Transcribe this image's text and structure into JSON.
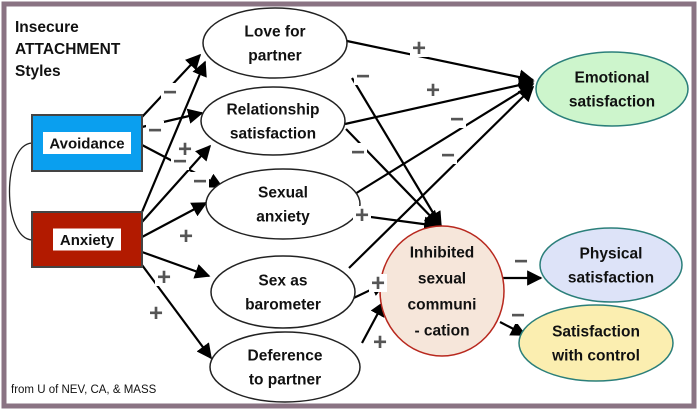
{
  "title": {
    "lines": [
      "Insecure",
      "ATTACHMENT",
      "Styles"
    ]
  },
  "footer": "from U of NEV, CA, & MASS",
  "colors": {
    "frame": "#8a7383",
    "avoidance_fill": "#0a9fef",
    "anxiety_fill": "#b21a00",
    "inhibited_fill": "#f6e6da",
    "inhibited_stroke": "#b8281e",
    "emotional_fill": "#cdf5cc",
    "physical_fill": "#dde3f8",
    "control_fill": "#fbeeb0",
    "outcome_stroke": "#2b7f7a",
    "sign_color": "#555555"
  },
  "nodes": {
    "avoidance": {
      "label": [
        "Avoidance"
      ]
    },
    "anxiety": {
      "label": [
        "Anxiety"
      ]
    },
    "love": {
      "label": [
        "Love for",
        "partner"
      ]
    },
    "relsat": {
      "label": [
        "Relationship",
        "satisfaction"
      ]
    },
    "sexanx": {
      "label": [
        "Sexual",
        "anxiety"
      ]
    },
    "barometer": {
      "label": [
        "Sex as",
        "barometer"
      ]
    },
    "deference": {
      "label": [
        "Deference",
        "to partner"
      ]
    },
    "inhibited": {
      "label": [
        "Inhibited",
        "sexual",
        "communi",
        "- cation"
      ]
    },
    "emotional": {
      "label": [
        "Emotional",
        "satisfaction"
      ]
    },
    "physical": {
      "label": [
        "Physical",
        "satisfaction"
      ]
    },
    "control": {
      "label": [
        "Satisfaction",
        "with control"
      ]
    }
  },
  "edges": [
    {
      "from": "avoidance",
      "to": "love",
      "sign": "−"
    },
    {
      "from": "avoidance",
      "to": "relsat",
      "sign": "−"
    },
    {
      "from": "avoidance",
      "to": "sexanx",
      "sign": "−"
    },
    {
      "from": "anxiety",
      "to": "love",
      "sign": "−"
    },
    {
      "from": "anxiety",
      "to": "relsat",
      "sign": "+"
    },
    {
      "from": "anxiety",
      "to": "sexanx",
      "sign": "+"
    },
    {
      "from": "anxiety",
      "to": "barometer",
      "sign": "+"
    },
    {
      "from": "anxiety",
      "to": "deference",
      "sign": "+"
    },
    {
      "from": "love",
      "to": "emotional",
      "sign": "+"
    },
    {
      "from": "relsat",
      "to": "emotional",
      "sign": "+"
    },
    {
      "from": "sexanx",
      "to": "emotional",
      "sign": "−"
    },
    {
      "from": "barometer",
      "to": "emotional",
      "sign": "−"
    },
    {
      "from": "love",
      "to": "inhibited",
      "sign": "−"
    },
    {
      "from": "relsat",
      "to": "inhibited",
      "sign": "−"
    },
    {
      "from": "sexanx",
      "to": "inhibited",
      "sign": "+"
    },
    {
      "from": "barometer",
      "to": "inhibited",
      "sign": "+"
    },
    {
      "from": "deference",
      "to": "inhibited",
      "sign": "+"
    },
    {
      "from": "inhibited",
      "to": "physical",
      "sign": "−"
    },
    {
      "from": "inhibited",
      "to": "control",
      "sign": "−"
    }
  ],
  "correlation": {
    "between": [
      "avoidance",
      "anxiety"
    ]
  }
}
